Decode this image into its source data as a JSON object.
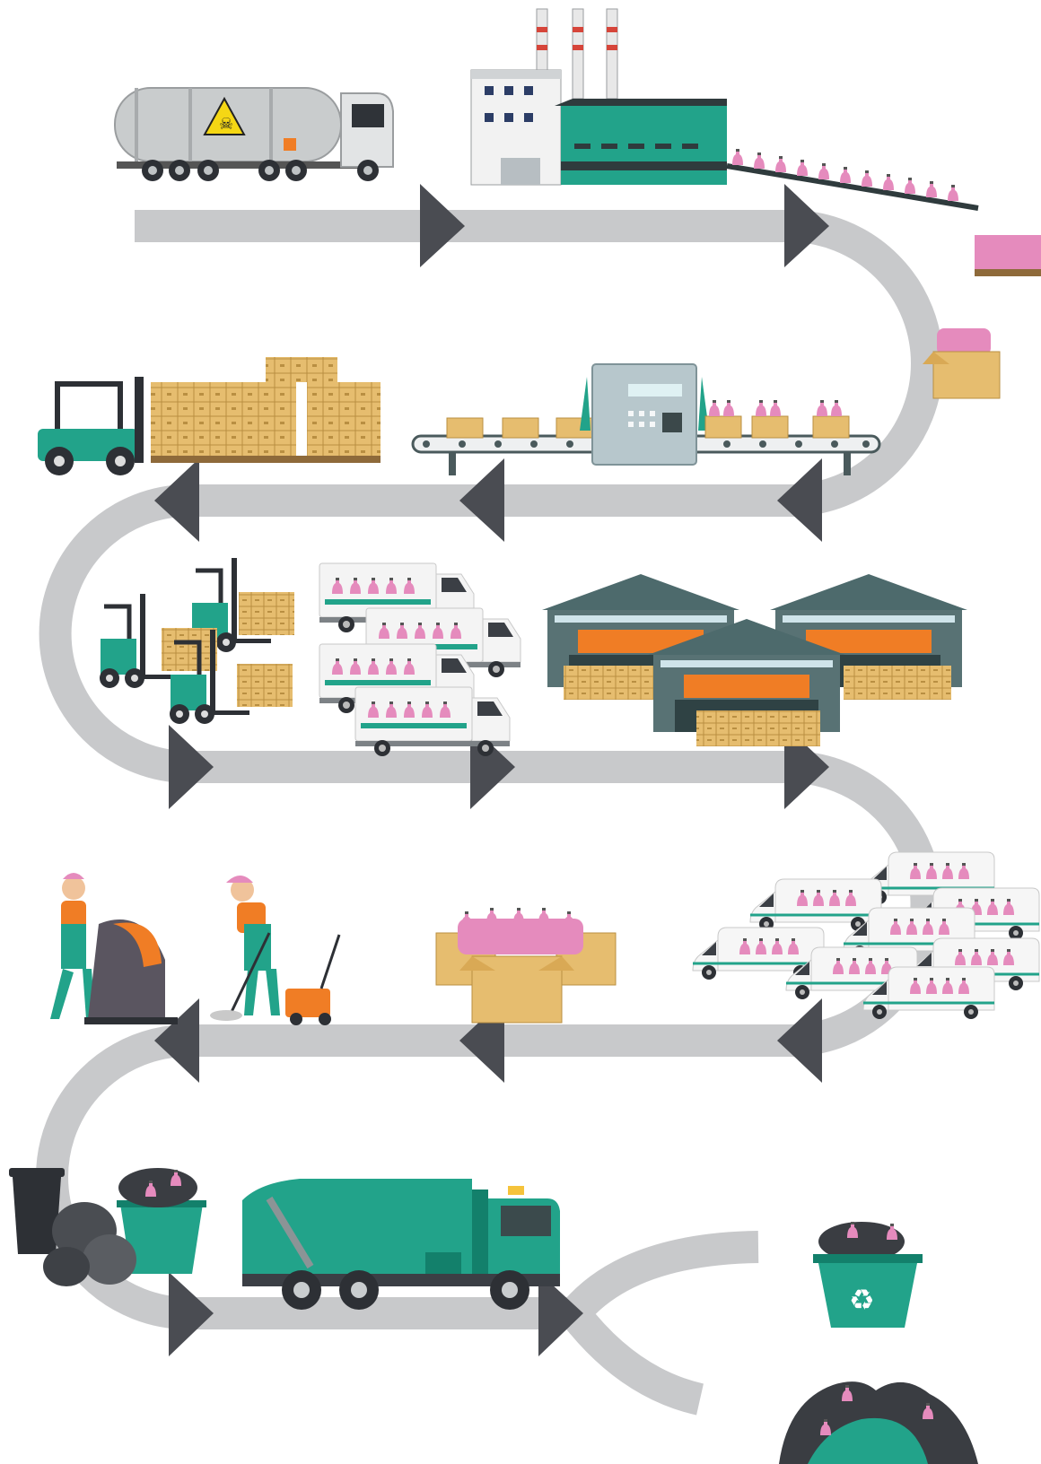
{
  "diagram": {
    "type": "product-lifecycle-flow",
    "stages": [
      {
        "id": "raw-material-transport",
        "icon": "tanker-truck-icon"
      },
      {
        "id": "manufacturing",
        "icon": "factory-icon"
      },
      {
        "id": "bottle-conveyor",
        "icon": "bottle-conveyor-icon"
      },
      {
        "id": "packing",
        "icon": "packing-machine-icon"
      },
      {
        "id": "palletizing",
        "icon": "forklift-pallets-icon"
      },
      {
        "id": "loading",
        "icon": "forklifts-icon"
      },
      {
        "id": "distribution-trucks",
        "icon": "box-trucks-icon"
      },
      {
        "id": "warehousing",
        "icon": "warehouses-icon"
      },
      {
        "id": "delivery-vans",
        "icon": "delivery-vans-icon"
      },
      {
        "id": "retail-products",
        "icon": "product-boxes-icon"
      },
      {
        "id": "consumer-use",
        "icon": "cleaning-workers-icon"
      },
      {
        "id": "disposal",
        "icon": "trash-bin-bags-icon"
      },
      {
        "id": "waste-collection",
        "icon": "garbage-truck-icon"
      },
      {
        "id": "recycling",
        "icon": "recycling-bin-icon"
      },
      {
        "id": "landfill",
        "icon": "landfill-icon"
      }
    ]
  },
  "colors": {
    "path": "#c8c9cb",
    "arrow": "#4a4c52",
    "teal": "#22a38a",
    "teal_dark": "#13806b",
    "cardboard": "#e6bd6f",
    "bottle": "#e58bbd",
    "gray_steel": "#8b9496"
  }
}
